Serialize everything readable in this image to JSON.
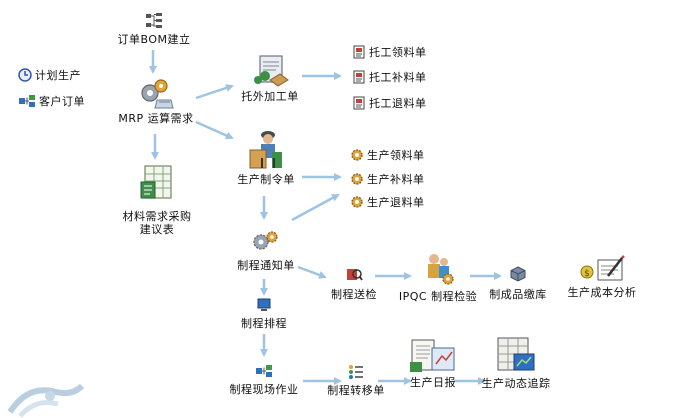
{
  "nodes": {
    "plan": "计划生产",
    "customer_order": "客户订单",
    "order_bom": "订单BOM建立",
    "mrp": "MRP 运算需求",
    "material_suggestion": "材料需求采购\n建议表",
    "outsource_order": "托外加工单",
    "outsource_issue": "托工领料单",
    "outsource_supplement": "托工补料单",
    "outsource_return": "托工退料单",
    "manufacturing_order": "生产制令单",
    "production_issue": "生产领料单",
    "production_supplement": "生产补料单",
    "production_return": "生产退料单",
    "process_notice": "制程通知单",
    "process_inspection_send": "制程送检",
    "ipqc": "IPQC 制程检验",
    "finished_storage": "制成品缴库",
    "cost_analysis": "生产成本分析",
    "process_schedule": "制程排程",
    "shopfloor_operation": "制程现场作业",
    "process_transfer": "制程转移单",
    "daily_report": "生产日报",
    "production_tracking": "生产动态追踪"
  },
  "colors": {
    "arrow": "#9fc3e2",
    "doc_red": "#c2413b",
    "gear": "#e0a23a",
    "gray": "#8c96a4"
  }
}
